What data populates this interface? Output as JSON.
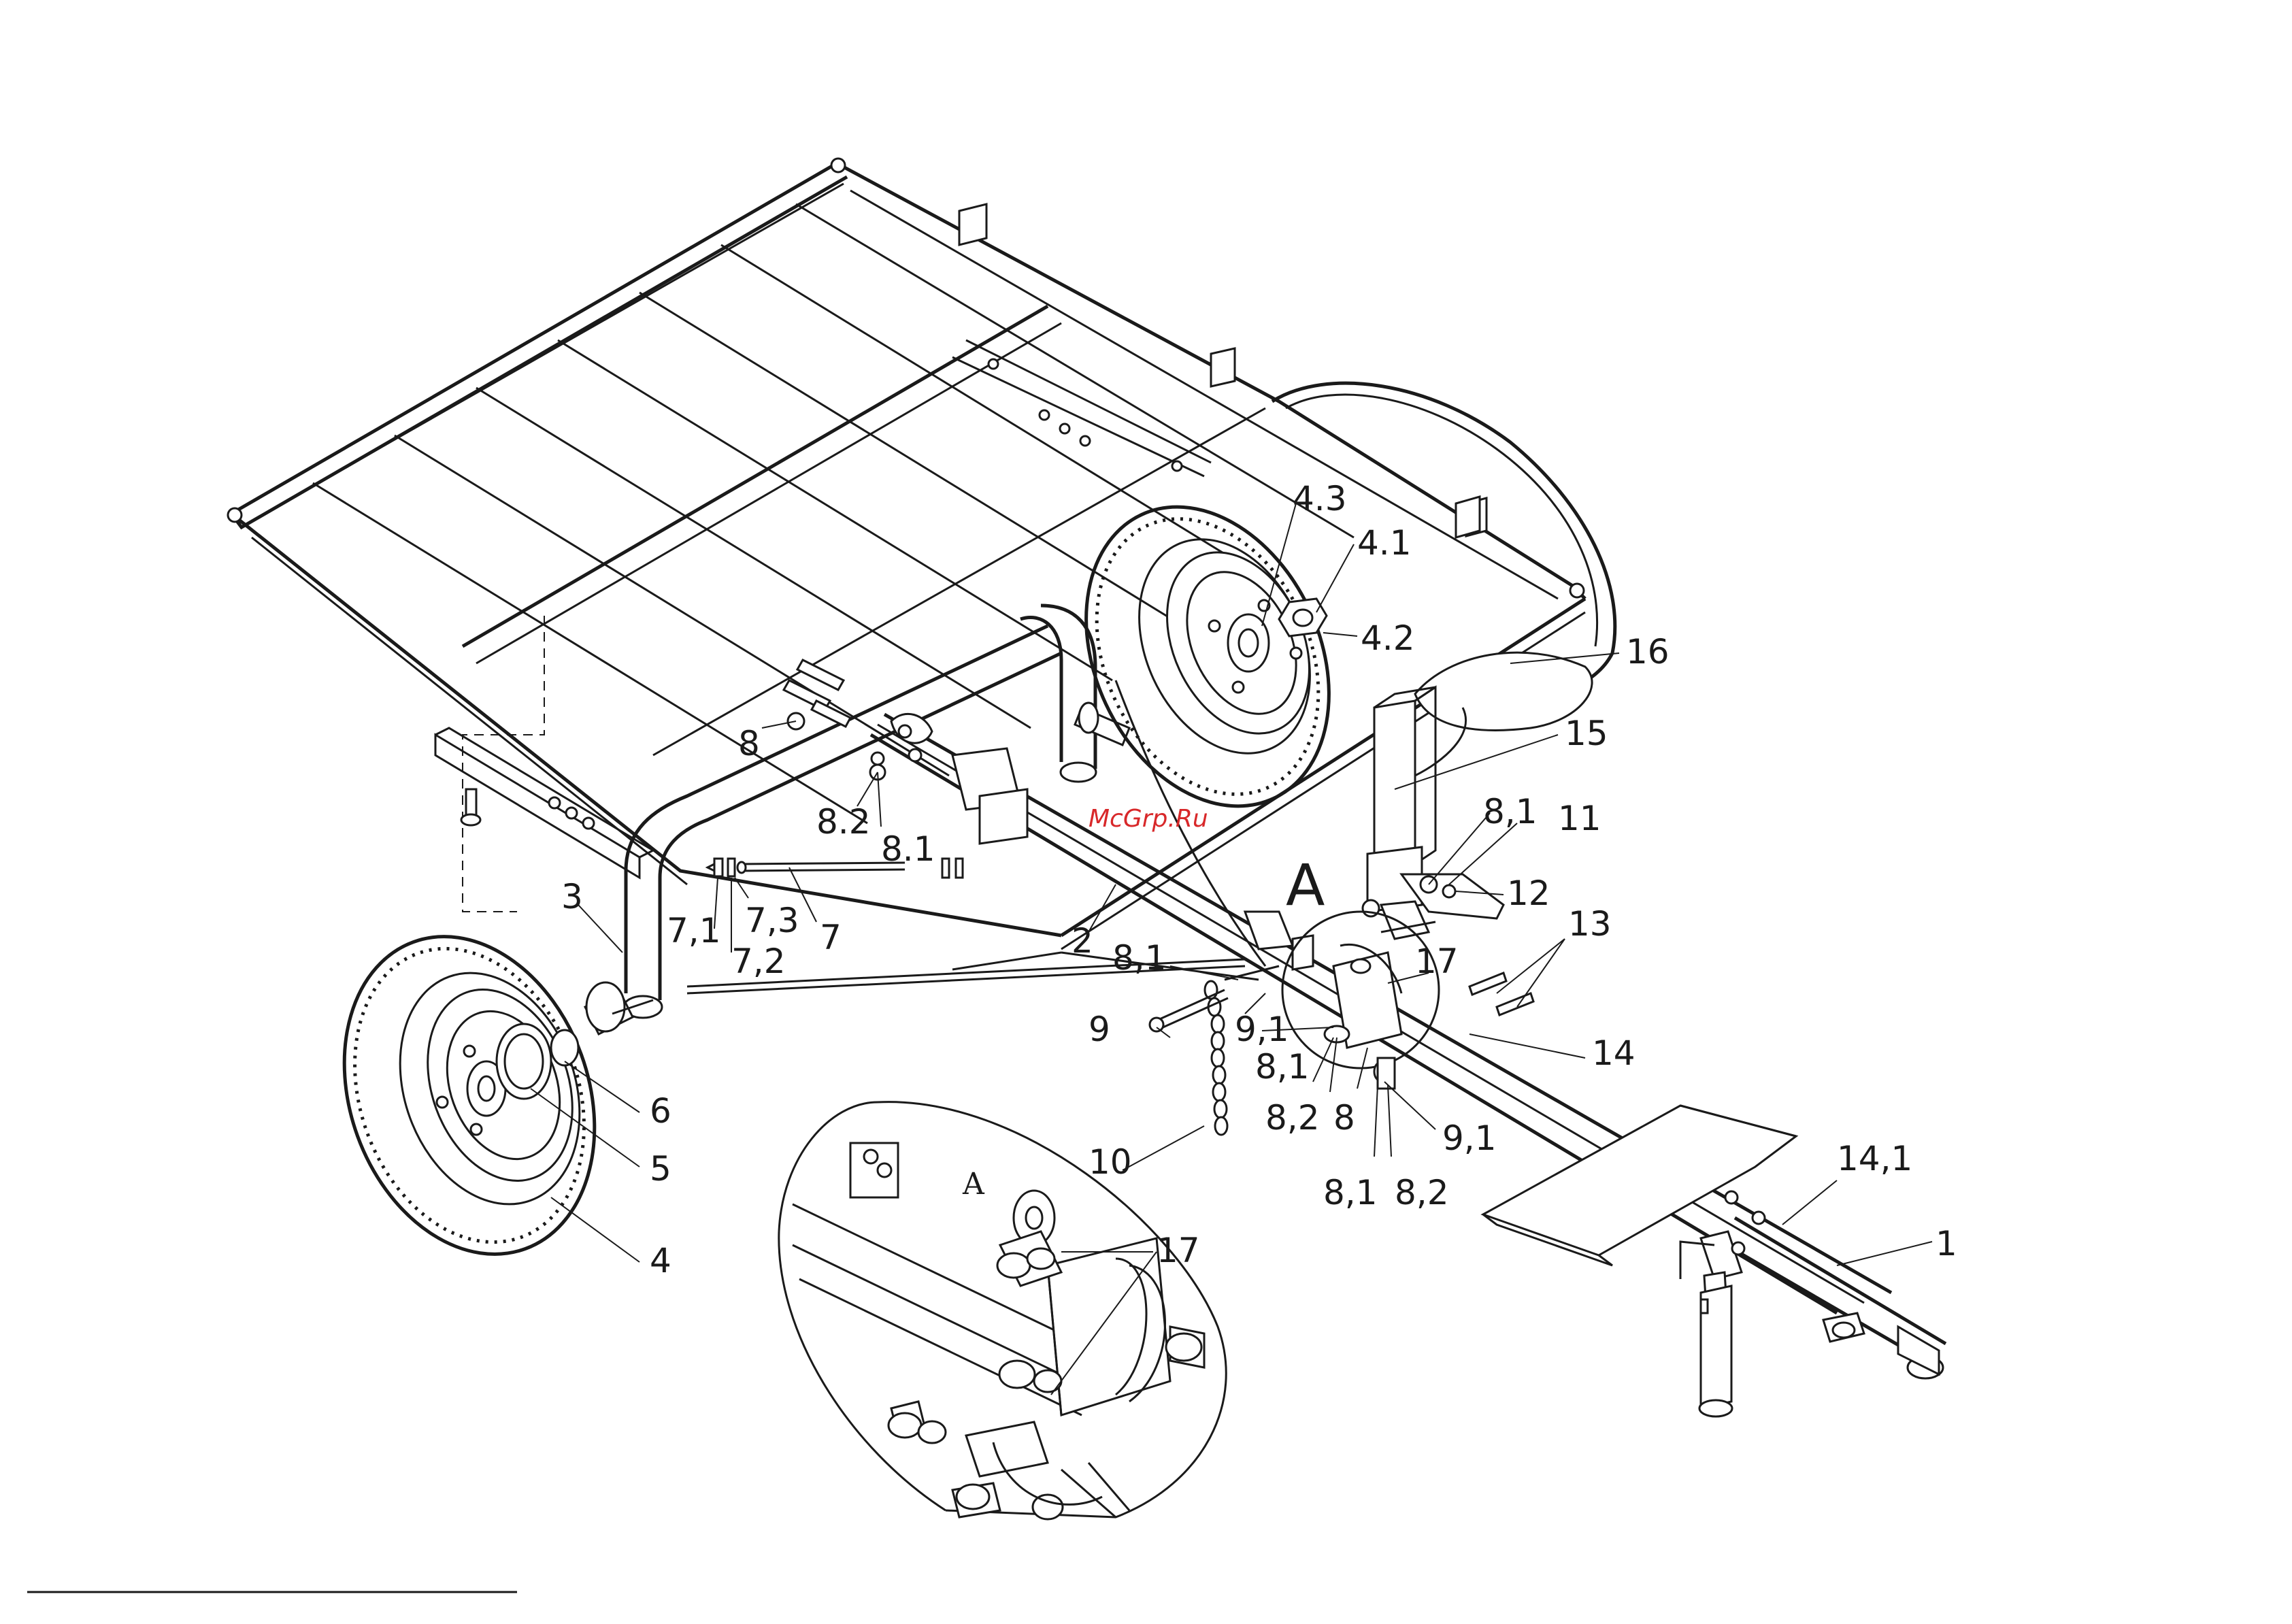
{
  "labels": {
    "l1": "1",
    "l2": "2",
    "l3": "3",
    "l4": "4",
    "l5": "5",
    "l6": "6",
    "l7": "7",
    "l7_1": "7,1",
    "l7_2": "7,2",
    "l7_3": "7,3",
    "l8_left": "8",
    "l8_2_left": "8.2",
    "l8_1_left": "8.1",
    "l8_1_top": "8,1",
    "l8_1_mid": "8,1",
    "l8_1_lower": "8,1",
    "l8_2_lower": "8,2",
    "l8_right": "8",
    "l8_1_bottom": "8,1",
    "l8_2_bottom": "8,2",
    "l9": "9",
    "l9_1_left": "9,1",
    "l9_1_right": "9,1",
    "l10": "10",
    "l11": "11",
    "l12": "12",
    "l13": "13",
    "l14": "14",
    "l14_1": "14,1",
    "l15": "15",
    "l16": "16",
    "l17_top": "17",
    "l17_detail": "17",
    "l4_1": "4.1",
    "l4_2": "4.2",
    "l4_3": "4.3",
    "callout_a": "A",
    "detail_a": "A"
  },
  "watermark": "McGrp.Ru",
  "colors": {
    "ink": "#1a1a1a",
    "background": "#ffffff",
    "watermark": "#d8282a"
  }
}
